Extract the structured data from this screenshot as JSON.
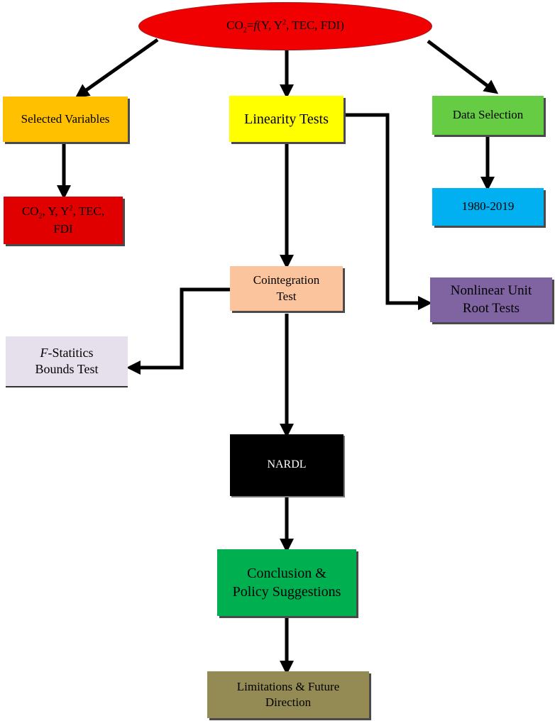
{
  "top": {
    "prefix": "CO",
    "sub": "2",
    "eq": "=",
    "func": "f",
    "args_a": "(Y, Y",
    "sup": "2",
    "args_b": ", TEC, FDI)"
  },
  "selected_variables": {
    "label": "Selected Variables",
    "color": "#ffc000"
  },
  "variables": {
    "prefix": "CO",
    "sub": "2",
    "mid": ", Y, Y",
    "sup": "2",
    "suffix": ", TEC,",
    "line2": "FDI",
    "color": "#e00000"
  },
  "linearity": {
    "label": "Linearity Tests",
    "color": "#ffff00"
  },
  "data_selection": {
    "label": "Data Selection",
    "color": "#66cc44"
  },
  "period": {
    "label": "1980-2019",
    "color": "#00b0f0"
  },
  "cointegration": {
    "line1": "Cointegration",
    "line2": "Test",
    "color": "#fbc49c"
  },
  "nonlinear": {
    "line1": "Nonlinear Unit",
    "line2": "Root Tests",
    "color": "#8064a2"
  },
  "bounds": {
    "italic": "F",
    "line1": "-Statitics",
    "line2": "Bounds Test",
    "color": "#e6e0ec"
  },
  "nardl": {
    "label": "NARDL",
    "color": "#000000"
  },
  "conclusion": {
    "line1": "Conclusion &",
    "line2": "Policy Suggestions",
    "color": "#00b050"
  },
  "limitations": {
    "line1": "Limitations & Future",
    "line2": "Direction",
    "color": "#948a54"
  }
}
